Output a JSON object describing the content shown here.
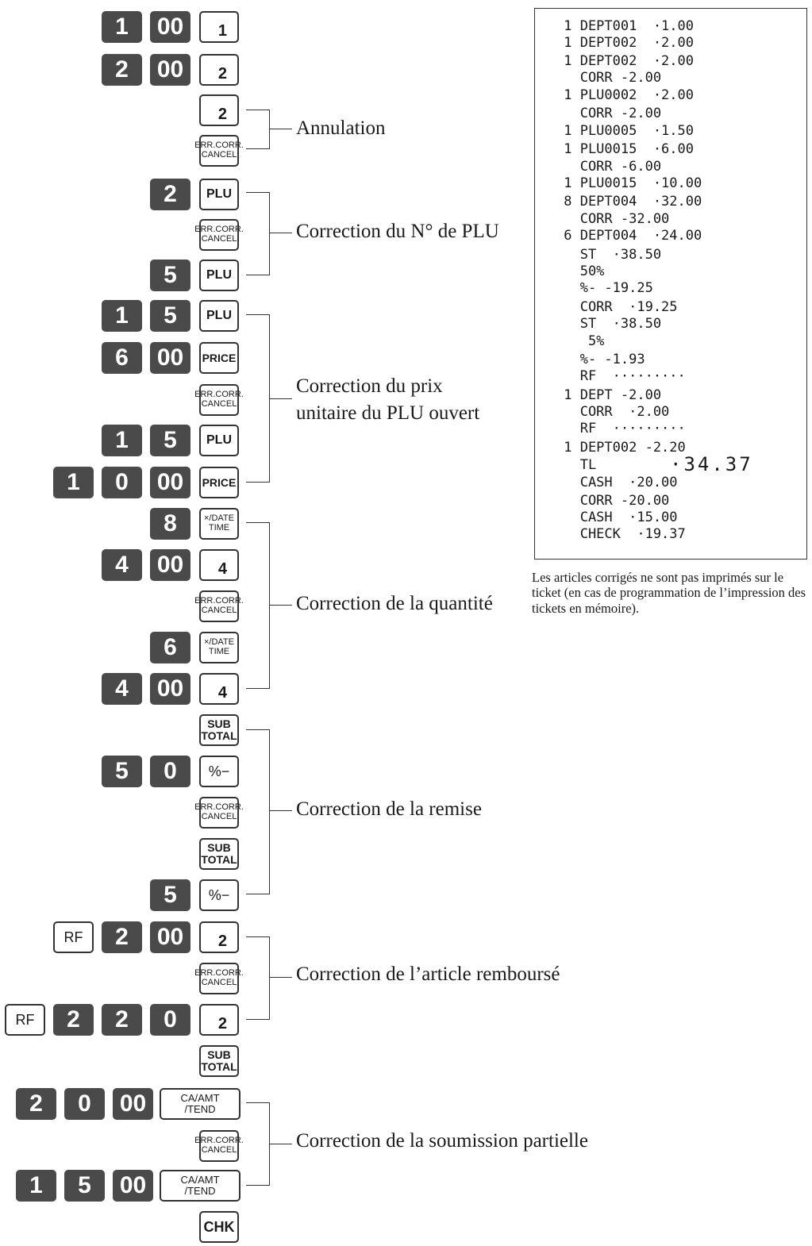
{
  "key_labels": {
    "zerozero": "00",
    "plu": "PLU",
    "price": "PRICE",
    "err_corr": "ERR.CORR.",
    "cancel": "CANCEL",
    "x_date": "×/DATE",
    "time": "TIME",
    "sub": "SUB",
    "total": "TOTAL",
    "percent_minus": "%−",
    "rf": "RF",
    "ca_amt": "CA/AMT",
    "tend": "/TEND",
    "chk": "CHK",
    "dept1": "1",
    "dept2": "2",
    "dept4": "4"
  },
  "sequence_rows": [
    {
      "keys": [
        "1",
        "00"
      ]
    },
    {
      "keys": [
        "2",
        "00"
      ]
    },
    {
      "keys": [
        "2"
      ]
    },
    {
      "keys": [
        "5"
      ]
    },
    {
      "keys": [
        "1",
        "5"
      ]
    },
    {
      "keys": [
        "6",
        "00"
      ]
    },
    {
      "keys": [
        "1",
        "5"
      ]
    },
    {
      "keys": [
        "1",
        "0",
        "00"
      ]
    },
    {
      "keys": [
        "8"
      ]
    },
    {
      "keys": [
        "4",
        "00"
      ]
    },
    {
      "keys": [
        "6"
      ]
    },
    {
      "keys": [
        "4",
        "00"
      ]
    },
    {
      "keys": [
        "5",
        "0"
      ]
    },
    {
      "keys": [
        "5"
      ]
    },
    {
      "keys": [
        "2",
        "00"
      ]
    },
    {
      "keys": [
        "2",
        "2",
        "0"
      ]
    },
    {
      "keys": [
        "2",
        "0",
        "00"
      ]
    },
    {
      "keys": [
        "1",
        "5",
        "00"
      ]
    }
  ],
  "labels": {
    "annulation": "Annulation",
    "plu_number": "Correction du N° de PLU",
    "price_line1": "Correction du prix",
    "price_line2": "unitaire du PLU ouvert",
    "quantity": "Correction de la quantité",
    "discount": "Correction de la remise",
    "refund": "Correction de l’article remboursé",
    "partial_tender": "Correction de la soumission partielle"
  },
  "receipt_lines": [
    " 1 DEPT001  ·1.00",
    " 1 DEPT002  ·2.00",
    " 1 DEPT002  ·2.00",
    "   CORR -2.00",
    " 1 PLU0002  ·2.00",
    "   CORR -2.00",
    " 1 PLU0005  ·1.50",
    " 1 PLU0015  ·6.00",
    "   CORR -6.00",
    " 1 PLU0015  ·10.00",
    " 8 DEPT004  ·32.00",
    "   CORR -32.00",
    " 6 DEPT004  ·24.00",
    "   ST  ·38.50",
    "   50%",
    "   %- -19.25",
    "   CORR  ·19.25",
    "   ST  ·38.50",
    "    5%",
    "   %- -1.93",
    "   RF  ·········",
    " 1 DEPT -2.00",
    "   CORR  ·2.00",
    "   RF  ·········",
    " 1 DEPT002 -2.20",
    "   TL",
    "   CASH  ·20.00",
    "   CORR -20.00",
    "   CASH  ·15.00",
    "   CHECK  ·19.37"
  ],
  "receipt_total": "·34.37",
  "note": "Les articles corrigés ne sont pas imprimés sur le ticket (en cas de programmation de l’impression des tickets en mémoire)."
}
